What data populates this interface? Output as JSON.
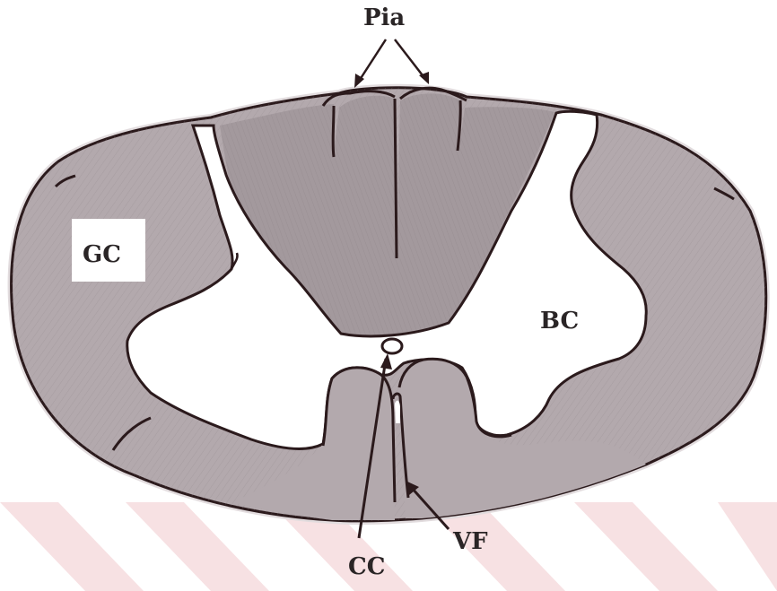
{
  "labels": {
    "pia": "Pia",
    "gc": "GC",
    "bc": "BC",
    "cc": "CC",
    "vf": "VF"
  },
  "colors": {
    "white_matter": "#aea4a8",
    "dorsal_white_matter": "#9f9599",
    "gray_matter": "#ffffff",
    "outline": "#2b1a1c",
    "watermark": "#f5dcde",
    "pia_halo": "#e4dfe1"
  }
}
